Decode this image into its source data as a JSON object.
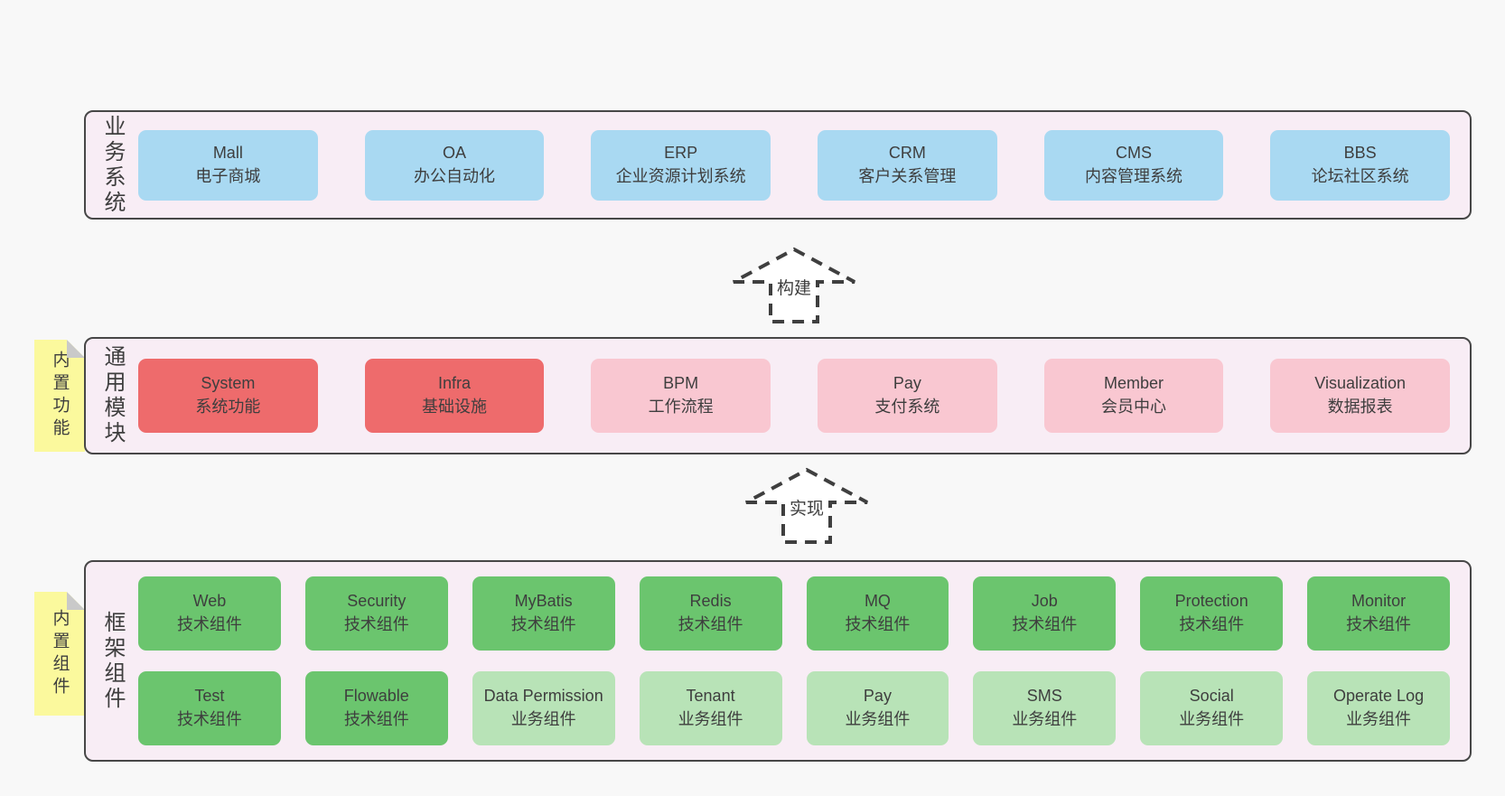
{
  "colors": {
    "page_bg": "#f8f8f8",
    "band_bg": "#f8edf5",
    "band_border": "#474747",
    "text": "#3e3e3e",
    "blue": "#a9d9f2",
    "red": "#ee6b6c",
    "pink": "#f9c7d1",
    "green": "#6bc56e",
    "light_green": "#b8e3b7",
    "sticky_yellow": "#fbf99d",
    "sticky_fold": "#c9c9c9",
    "arrow_fill": "#ffffff"
  },
  "bands": {
    "business": {
      "label": "业务系统",
      "boxes": [
        {
          "name": "Mall",
          "subtitle": "电子商城"
        },
        {
          "name": "OA",
          "subtitle": "办公自动化"
        },
        {
          "name": "ERP",
          "subtitle": "企业资源计划系统"
        },
        {
          "name": "CRM",
          "subtitle": "客户关系管理"
        },
        {
          "name": "CMS",
          "subtitle": "内容管理系统"
        },
        {
          "name": "BBS",
          "subtitle": "论坛社区系统"
        }
      ]
    },
    "modules": {
      "label": "通用模块",
      "sticky": "内置功能",
      "boxes": [
        {
          "name": "System",
          "subtitle": "系统功能"
        },
        {
          "name": "Infra",
          "subtitle": "基础设施"
        },
        {
          "name": "BPM",
          "subtitle": "工作流程"
        },
        {
          "name": "Pay",
          "subtitle": "支付系统"
        },
        {
          "name": "Member",
          "subtitle": "会员中心"
        },
        {
          "name": "Visualization",
          "subtitle": "数据报表"
        }
      ]
    },
    "components": {
      "label": "框架组件",
      "sticky": "内置组件",
      "row1": [
        {
          "name": "Web",
          "subtitle": "技术组件"
        },
        {
          "name": "Security",
          "subtitle": "技术组件"
        },
        {
          "name": "MyBatis",
          "subtitle": "技术组件"
        },
        {
          "name": "Redis",
          "subtitle": "技术组件"
        },
        {
          "name": "MQ",
          "subtitle": "技术组件"
        },
        {
          "name": "Job",
          "subtitle": "技术组件"
        },
        {
          "name": "Protection",
          "subtitle": "技术组件"
        },
        {
          "name": "Monitor",
          "subtitle": "技术组件"
        }
      ],
      "row2": [
        {
          "name": "Test",
          "subtitle": "技术组件"
        },
        {
          "name": "Flowable",
          "subtitle": "技术组件"
        },
        {
          "name": "Data Permission",
          "subtitle": "业务组件"
        },
        {
          "name": "Tenant",
          "subtitle": "业务组件"
        },
        {
          "name": "Pay",
          "subtitle": "业务组件"
        },
        {
          "name": "SMS",
          "subtitle": "业务组件"
        },
        {
          "name": "Social",
          "subtitle": "业务组件"
        },
        {
          "name": "Operate Log",
          "subtitle": "业务组件"
        }
      ]
    }
  },
  "arrows": {
    "build": "构建",
    "implement": "实现"
  }
}
